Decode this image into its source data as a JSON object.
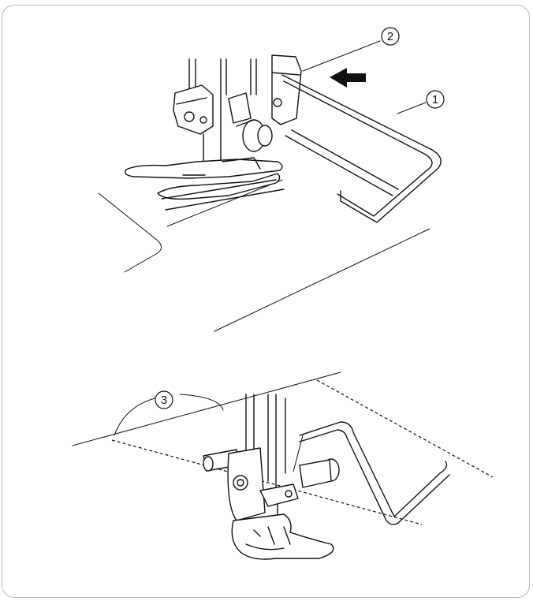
{
  "callouts": {
    "c1": "1",
    "c2": "2",
    "c3": "3"
  },
  "icons": {
    "arrow": "push-direction-arrow-icon"
  }
}
